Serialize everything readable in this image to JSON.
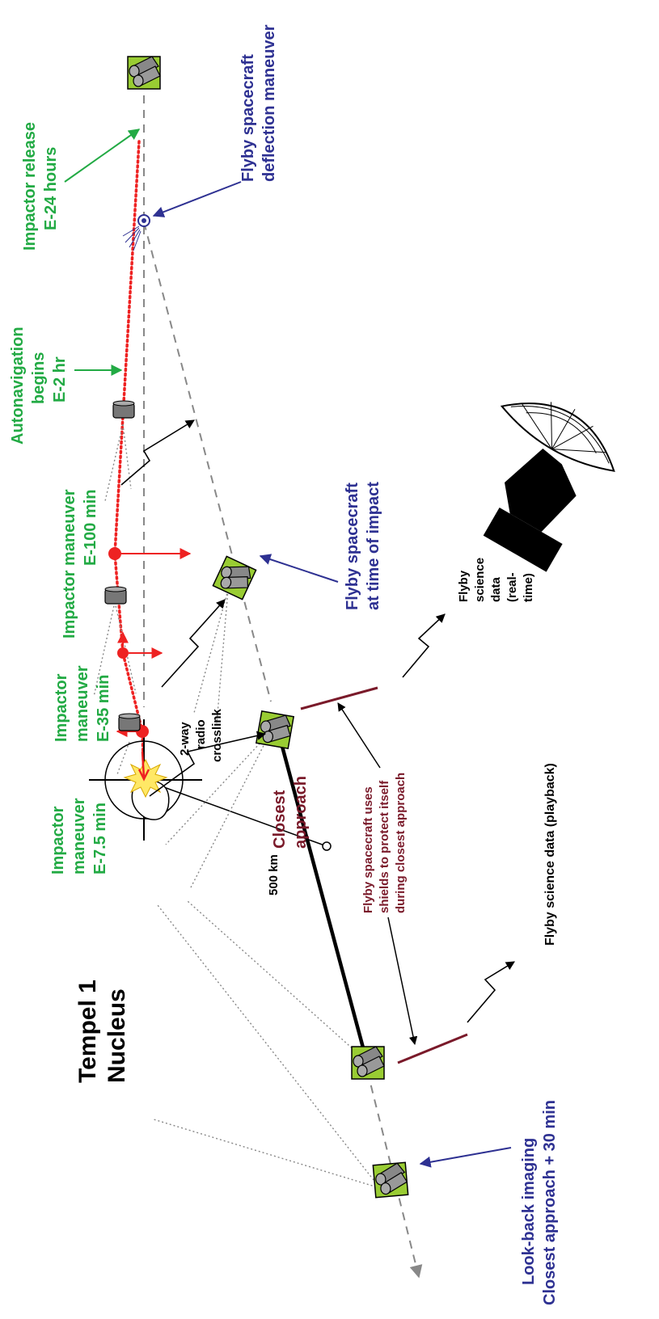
{
  "labels": {
    "tempel_line1": "Tempel 1",
    "tempel_line2": "Nucleus",
    "impactor_release_line1": "Impactor release",
    "impactor_release_line2": "E-24 hours",
    "flyby_deflection_line1": "Flyby spacecraft",
    "flyby_deflection_line2": "deflection maneuver",
    "autonav_line1": "Autonavigation",
    "autonav_line2": "begins",
    "autonav_line3": "E-2 hr",
    "maneuver100_line1": "Impactor maneuver",
    "maneuver100_line2": "E-100 min",
    "maneuver35_line1": "Impactor",
    "maneuver35_line2": "maneuver",
    "maneuver35_line3": "E-35 min",
    "maneuver7_line1": "Impactor",
    "maneuver7_line2": "maneuver",
    "maneuver7_line3": "E-7.5 min",
    "flyby_impact_line1": "Flyby spacecraft",
    "flyby_impact_line2": "at time of impact",
    "crosslink_line1": "2-way",
    "crosslink_line2": "radio",
    "crosslink_line3": "crosslink",
    "closest_line1": "Closest",
    "closest_line2": "approach",
    "distance": "500 km",
    "shields_line1": "Flyby spacecraft uses",
    "shields_line2": "shields to protect itself",
    "shields_line3": "during closest approach",
    "realtime_line1": "Flyby",
    "realtime_line2": "science",
    "realtime_line3": "data",
    "realtime_line4": "(real-",
    "realtime_line5": "time)",
    "playback": "Flyby science data (playback)",
    "lookback_line1": "Look-back imaging",
    "lookback_line2": "Closest approach + 30 min"
  },
  "colors": {
    "green": "#22aa44",
    "blue": "#2e3192",
    "maroon": "#7a1a2a",
    "red": "#ee2222",
    "spacecraft_green": "#99cc33",
    "spacecraft_gray": "#888888"
  }
}
